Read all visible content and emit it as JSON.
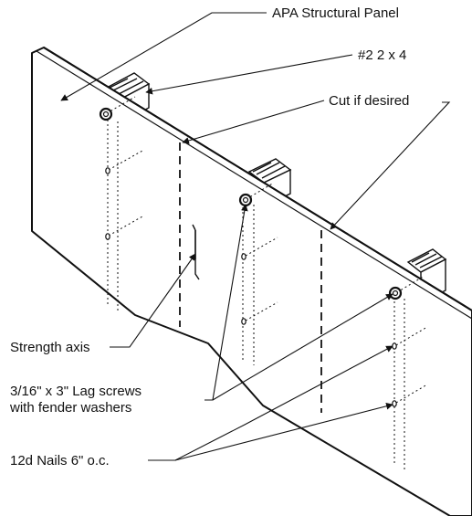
{
  "labels": {
    "panel": "APA Structural Panel",
    "stud": "#2 2 x 4",
    "cut": "Cut if desired",
    "strength_axis": "Strength axis",
    "lag_line1": "3/16\" x 3\" Lag screws",
    "lag_line2": "with fender washers",
    "nails": "12d Nails 6\" o.c."
  },
  "colors": {
    "line": "#111111",
    "panel_fill": "#ffffff"
  }
}
